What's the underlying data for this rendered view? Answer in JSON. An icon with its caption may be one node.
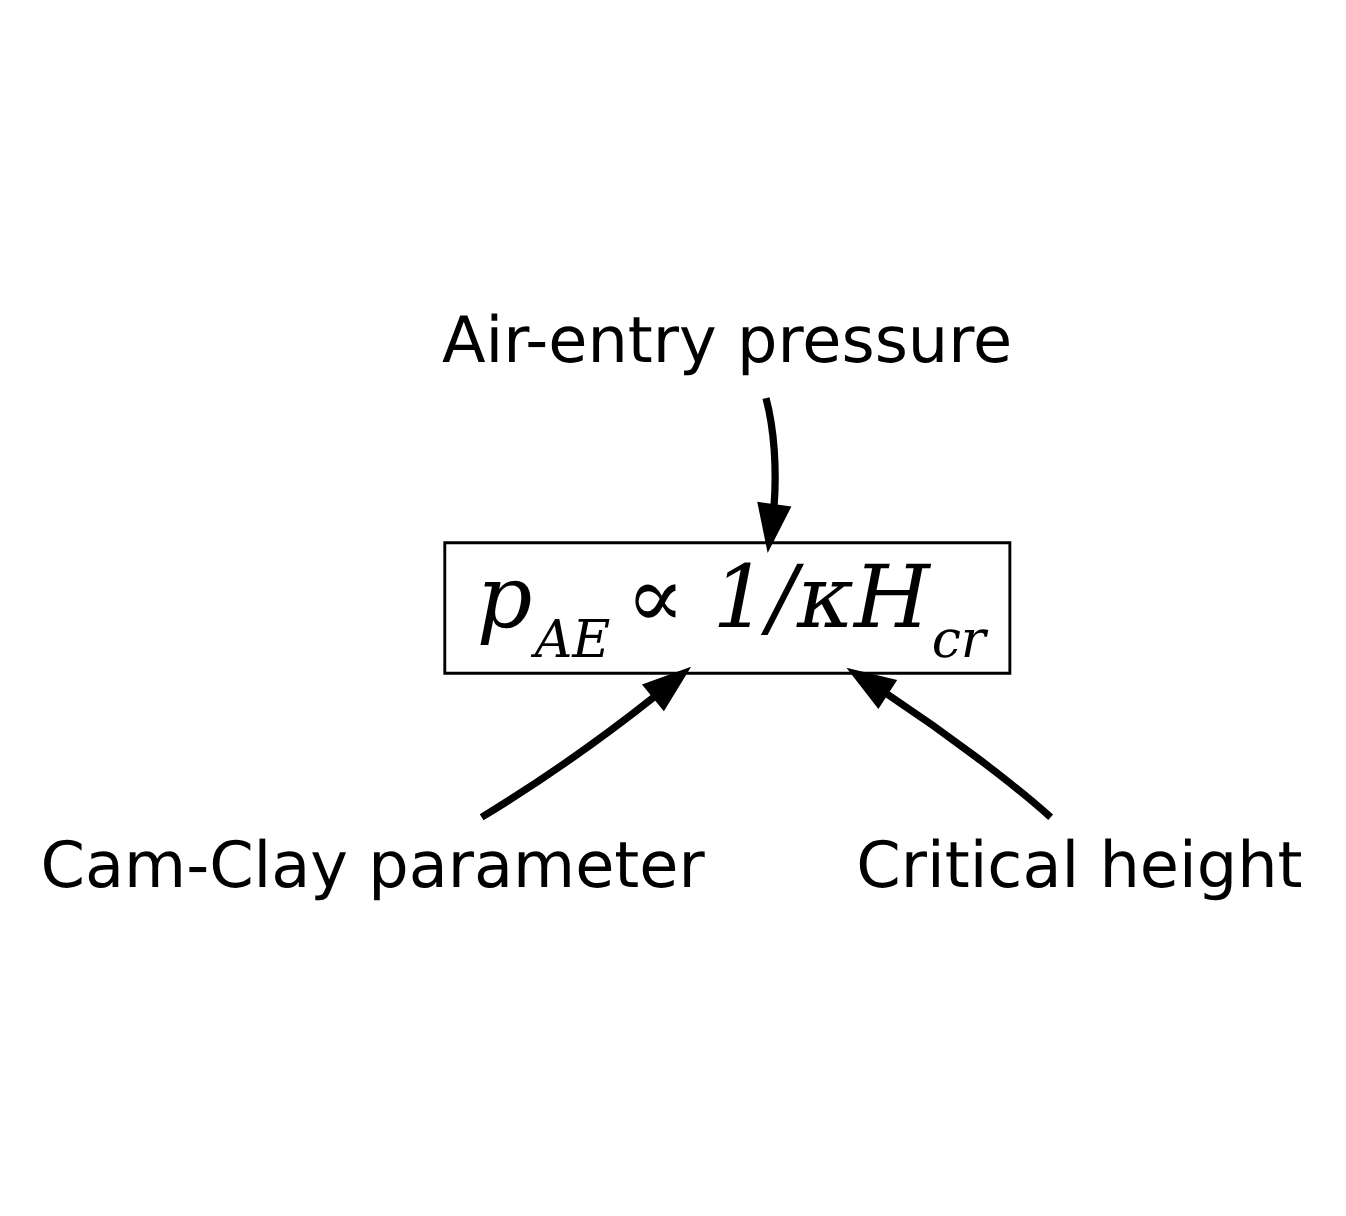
{
  "diagram": {
    "nodes": [
      {
        "text": [
          "Air-entry pressure"
        ]
      },
      {
        "text": [
          "p$_{AE}$ ∝ 1/κH$_{cr}$"
        ]
      },
      {
        "text": [
          "Cam-Clay parameter"
        ]
      },
      {
        "text": [
          "Critical height"
        ]
      }
    ],
    "edges": [
      {
        "from": 0,
        "to": 1,
        "arrow": "to"
      },
      {
        "from": 2,
        "to": 1,
        "arrow": "to"
      },
      {
        "from": 3,
        "to": 1,
        "arrow": "to"
      }
    ]
  }
}
